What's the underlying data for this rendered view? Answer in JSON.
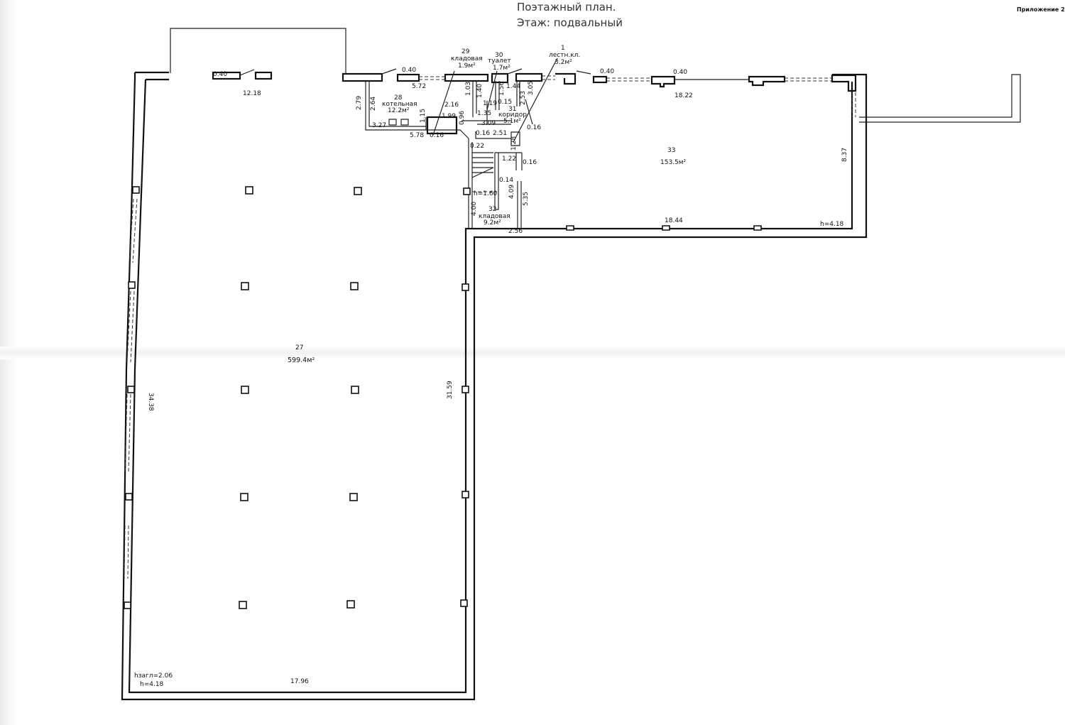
{
  "header": {
    "title_line1": "Поэтажный план.",
    "title_line2": "Этаж: подвальный",
    "appendix": "Приложение 2"
  },
  "rooms": {
    "r27": {
      "number": "27",
      "area": "599.4м²"
    },
    "r28": {
      "number": "28",
      "name": "котельная",
      "area": "12.2м²"
    },
    "r29": {
      "number": "29",
      "name": "кладовая",
      "area": "1.9м²"
    },
    "r30": {
      "number": "30",
      "name": "туалет",
      "area": "1.7м²"
    },
    "r1": {
      "number": "1",
      "name": "лестн.кл.",
      "area": "3.2м²"
    },
    "r31": {
      "number": "31",
      "name": "коридор",
      "area": "5.1м²"
    },
    "r32": {
      "number": "32",
      "name": "кладовая",
      "area": "9.2м²"
    },
    "r33": {
      "number": "33",
      "area": "153.5м²"
    }
  },
  "dimensions": {
    "d1218": "12.18",
    "d040a": "0.40",
    "d040b": "0.40",
    "d040c": "0.40",
    "d040d": "0.40",
    "d572": "5.72",
    "d279": "2.79",
    "d264": "2.64",
    "d327": "3.27",
    "d578": "5.78",
    "d016a": "0.16",
    "d115": "1.15",
    "d216": "2.16",
    "d199": "1.99",
    "d096": "0.96",
    "d103": "1.03",
    "d140": "1.40",
    "d119": "1.19",
    "d135": "1.35",
    "d156": "1.56",
    "d015": "0.15",
    "d144": "1.44",
    "d253": "2.53",
    "d305": "3.05",
    "d309": "3.09",
    "d016b": "0.16",
    "d251": "2.51",
    "d016c": "0.16",
    "d022": "0.22",
    "d128": "1.28",
    "d122": "1.22",
    "d016d": "0.16",
    "d014": "0.14",
    "d409": "4.09",
    "d535": "5.35",
    "d400": "4.00",
    "d256": "2.56",
    "d1822": "18.22",
    "d837": "8.37",
    "d1844": "18.44",
    "d3438": "34.38",
    "d3159": "31.59",
    "d1796": "17.96"
  },
  "heights": {
    "h_stair": "h=1.60",
    "h_33": "h=4.18",
    "h_27_zagl": "hзагл=2.06",
    "h_27": "h=4.18"
  },
  "colors": {
    "line": "#111111",
    "paper": "#ffffff"
  }
}
